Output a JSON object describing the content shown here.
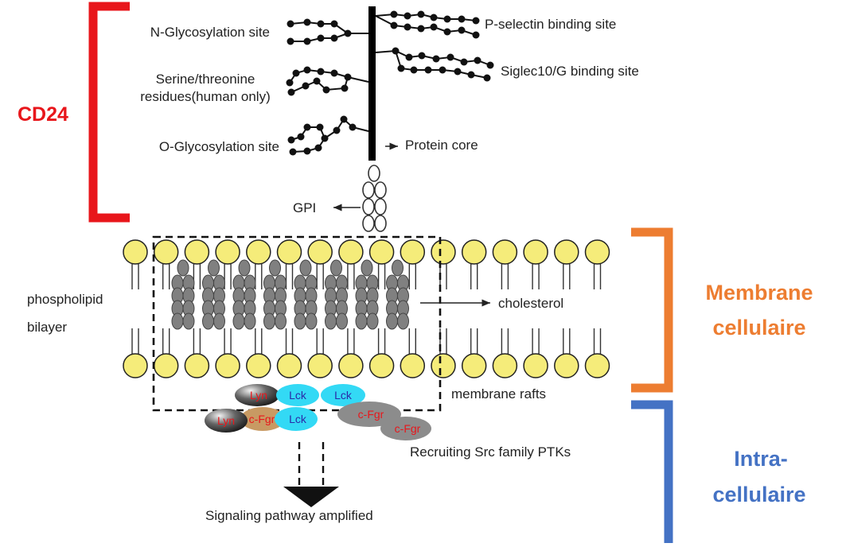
{
  "glyco_labels": {
    "n_glycosylation": "N-Glycosylation site",
    "ser_thr_line1": "Serine/threonine",
    "ser_thr_line2": "residues(human only)",
    "o_glycosylation": "O-Glycosylation site",
    "p_selectin": "P-selectin binding site",
    "siglec": "Siglec10/G binding site",
    "protein_core": "Protein core",
    "gpi": "GPI"
  },
  "membrane_labels": {
    "phospholipid_line1": "phospholipid",
    "phospholipid_line2": "bilayer",
    "cholesterol": "cholesterol",
    "rafts": "membrane rafts",
    "recruiting": "Recruiting Src family PTKs",
    "signaling": "Signaling pathway amplified"
  },
  "kinases": {
    "lyn_top": "Lyn",
    "lck_1": "Lck",
    "lck_2": "Lck",
    "lyn_bottom": "Lyn",
    "cfgr_left": "c-Fgr",
    "lck_bottom": "Lck",
    "cfgr_mid": "c-Fgr",
    "cfgr_right": "c-Fgr"
  },
  "brackets": {
    "cd24": "CD24",
    "membrane_line1": "Membrane",
    "membrane_line2": "cellulaire",
    "intra_line1": "Intra-",
    "intra_line2": "cellulaire"
  },
  "colors": {
    "cd24_red": "#e8161b",
    "membrane_orange": "#ed7d31",
    "intra_blue": "#4472c4",
    "lipid_head": "#f5ec7a",
    "cholesterol_gray": "#7f7f7f",
    "lck_cyan": "#33d9f5",
    "cfgr_gray": "#8c8c8c"
  }
}
